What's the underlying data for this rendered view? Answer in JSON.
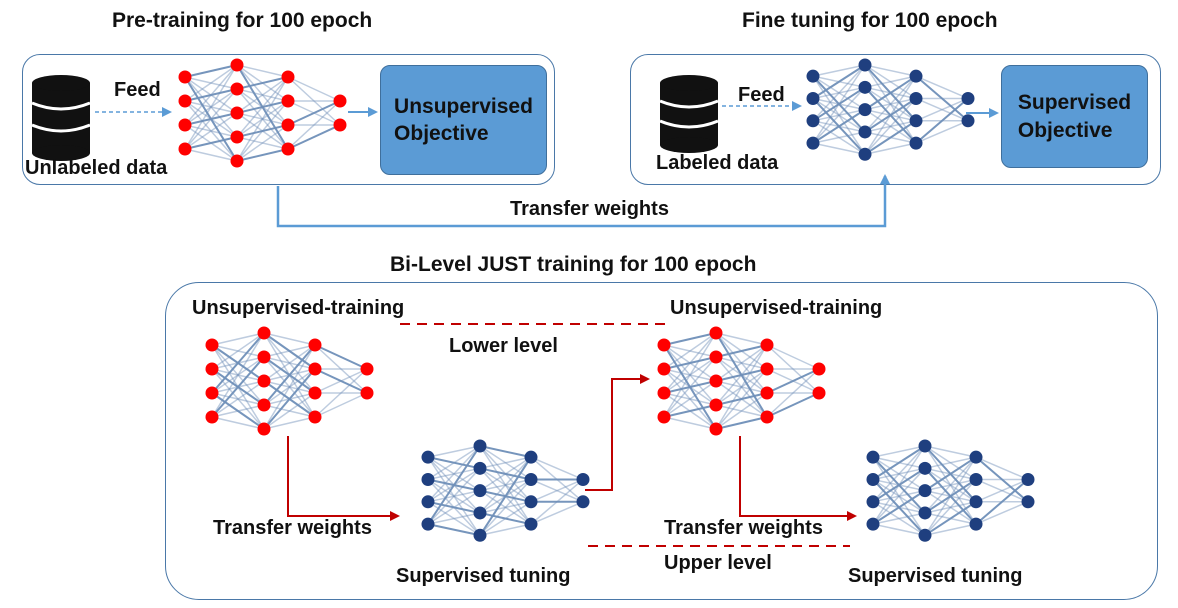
{
  "titles": {
    "pretrain": "Pre-training for 100 epoch",
    "finetune": "Fine tuning for 100 epoch",
    "bilevel": "Bi-Level JUST training for 100 epoch"
  },
  "pretrain_panel": {
    "feed": "Feed",
    "data": "Unlabeled  data",
    "objective_line1": "Unsupervised",
    "objective_line2": "Objective"
  },
  "finetune_panel": {
    "feed": "Feed",
    "data": "Labeled data",
    "objective_line1": "Supervised",
    "objective_line2": "Objective"
  },
  "transfer_top": "Transfer weights",
  "bilevel_panel": {
    "unsup_1": "Unsupervised-training",
    "unsup_2": "Unsupervised-training",
    "lower_level": "Lower level",
    "upper_level": "Upper level",
    "transfer_1": "Transfer weights",
    "transfer_2": "Transfer weights",
    "sup_1": "Supervised tuning",
    "sup_2": "Supervised tuning"
  },
  "colors": {
    "unsupervised_node": "#ff0000",
    "supervised_node": "#1f3f7f",
    "edge": "#6f8fb8",
    "panel_border": "#4a78a8",
    "objective_fill": "#5b9bd5",
    "transfer_arrow": "#5b9bd5",
    "bilevel_arrow": "#c00000"
  },
  "icons": {
    "database": "database-icon"
  }
}
